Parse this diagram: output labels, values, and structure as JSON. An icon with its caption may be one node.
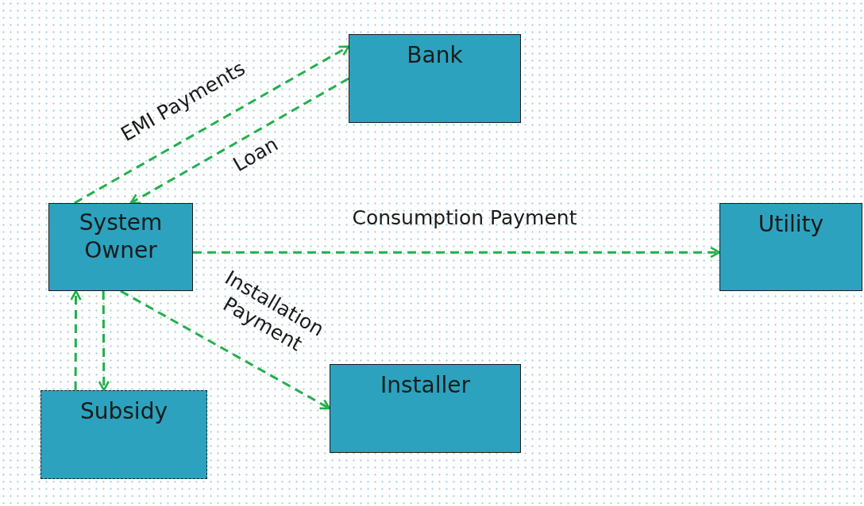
{
  "diagram": {
    "nodes": [
      {
        "text": [
          "Bank"
        ]
      },
      {
        "text": [
          "System Owner"
        ]
      },
      {
        "text": [
          "Utility"
        ]
      },
      {
        "text": [
          "Installer"
        ]
      },
      {
        "text": [
          "Subsidy"
        ]
      }
    ],
    "edges": [
      {
        "from": 1,
        "to": 0,
        "arrow": "to",
        "label": "EMI Payments",
        "style": "dashed"
      },
      {
        "from": 0,
        "to": 1,
        "arrow": "to",
        "label": "Loan",
        "style": "dashed"
      },
      {
        "from": 1,
        "to": 2,
        "arrow": "to",
        "label": "Consumption Payment",
        "style": "dashed"
      },
      {
        "from": 1,
        "to": 3,
        "arrow": "to",
        "label": "Installation Payment",
        "style": "dashed"
      },
      {
        "from": 1,
        "to": 4,
        "arrow": "to",
        "style": "dashed"
      },
      {
        "from": 4,
        "to": 1,
        "arrow": "to",
        "style": "dashed"
      }
    ]
  }
}
